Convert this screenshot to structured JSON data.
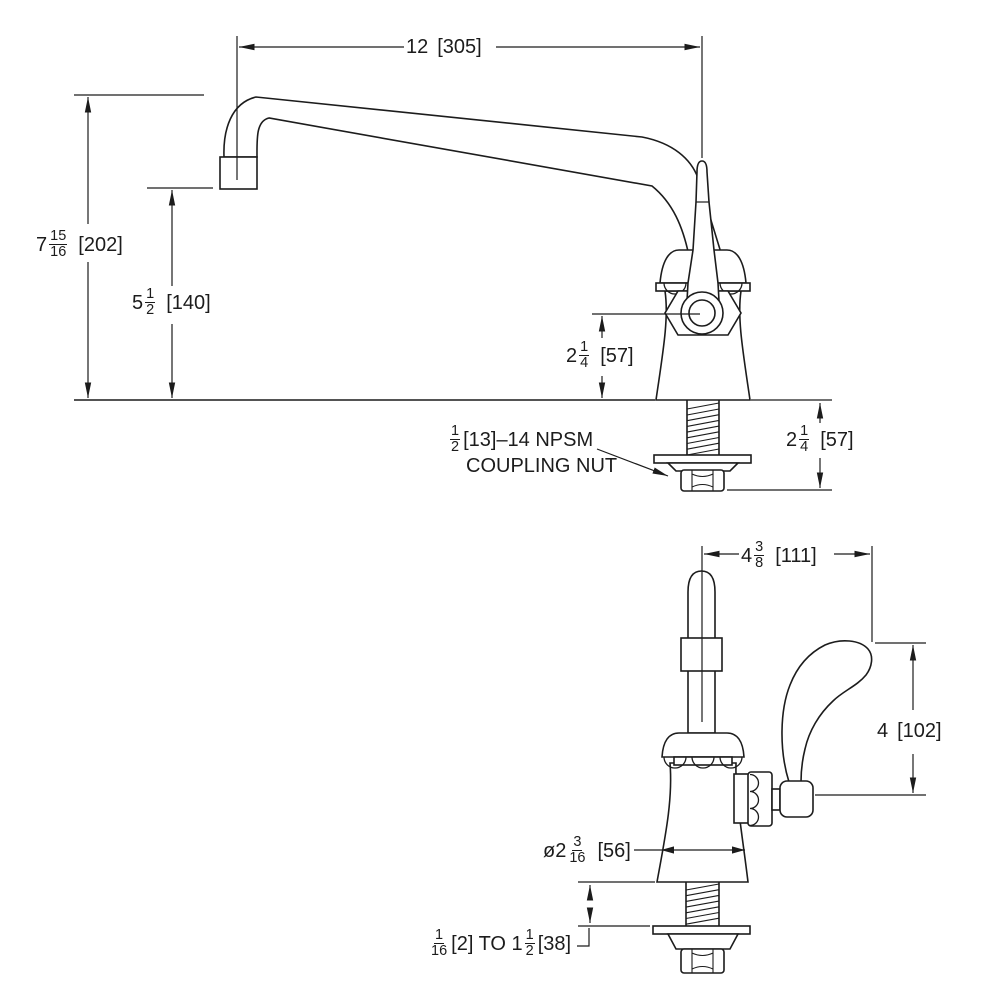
{
  "dims": {
    "spout_reach": {
      "whole": "12",
      "metric": "[305]"
    },
    "height_overall": {
      "whole": "7",
      "num": "15",
      "den": "16",
      "metric": "[202]"
    },
    "height_outlet": {
      "whole": "5",
      "num": "1",
      "den": "2",
      "metric": "[140]"
    },
    "handle_hub_height": {
      "whole": "2",
      "num": "1",
      "den": "4",
      "metric": "[57]"
    },
    "shank_length": {
      "whole": "2",
      "num": "1",
      "den": "4",
      "metric": "[57]"
    },
    "spout_inlet_offset": {
      "whole": "4",
      "num": "3",
      "den": "8",
      "metric": "[111]"
    },
    "handle_height": {
      "whole": "4",
      "metric": "[102]"
    },
    "base_diameter": {
      "whole": "ø2",
      "num": "3",
      "den": "16",
      "metric": "[56]"
    },
    "deck_range": {
      "num1": "1",
      "den1": "16",
      "mid": "[2] TO 1",
      "num2": "1",
      "den2": "2",
      "end": "[38]"
    }
  },
  "notes": {
    "coupling": {
      "num": "1",
      "den": "2",
      "rest": "[13]–14 NPSM",
      "line2": "COUPLING NUT"
    }
  },
  "colors": {
    "line": "#1c1c1c",
    "background": "#ffffff"
  }
}
